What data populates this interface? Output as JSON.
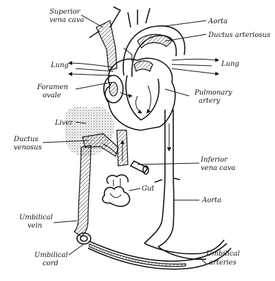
{
  "labels": {
    "superior_vena_cava": [
      "Superior",
      "vena cava"
    ],
    "aorta_top": "Aorta",
    "ductus_arteriosus": "Ductus arteriosus",
    "lung_left": "Lung",
    "lung_right": "Lung",
    "foramen_ovale": [
      "Foramen",
      "ovale"
    ],
    "pulmonary_artery": [
      "Pulmonary",
      "artery"
    ],
    "liver": "Liver",
    "ductus_venosus": [
      "Ductus",
      "venosus"
    ],
    "inferior_vena_cava": [
      "Inferior",
      "vena cava"
    ],
    "gut": "Gut",
    "aorta_bottom": "Aorta",
    "umbilical_vein": [
      "Umbilical",
      "vein"
    ],
    "umbilical_cord": [
      "Umbilical",
      "cord"
    ],
    "umbilical_arteries": [
      "Umbilical",
      "arteries"
    ]
  }
}
